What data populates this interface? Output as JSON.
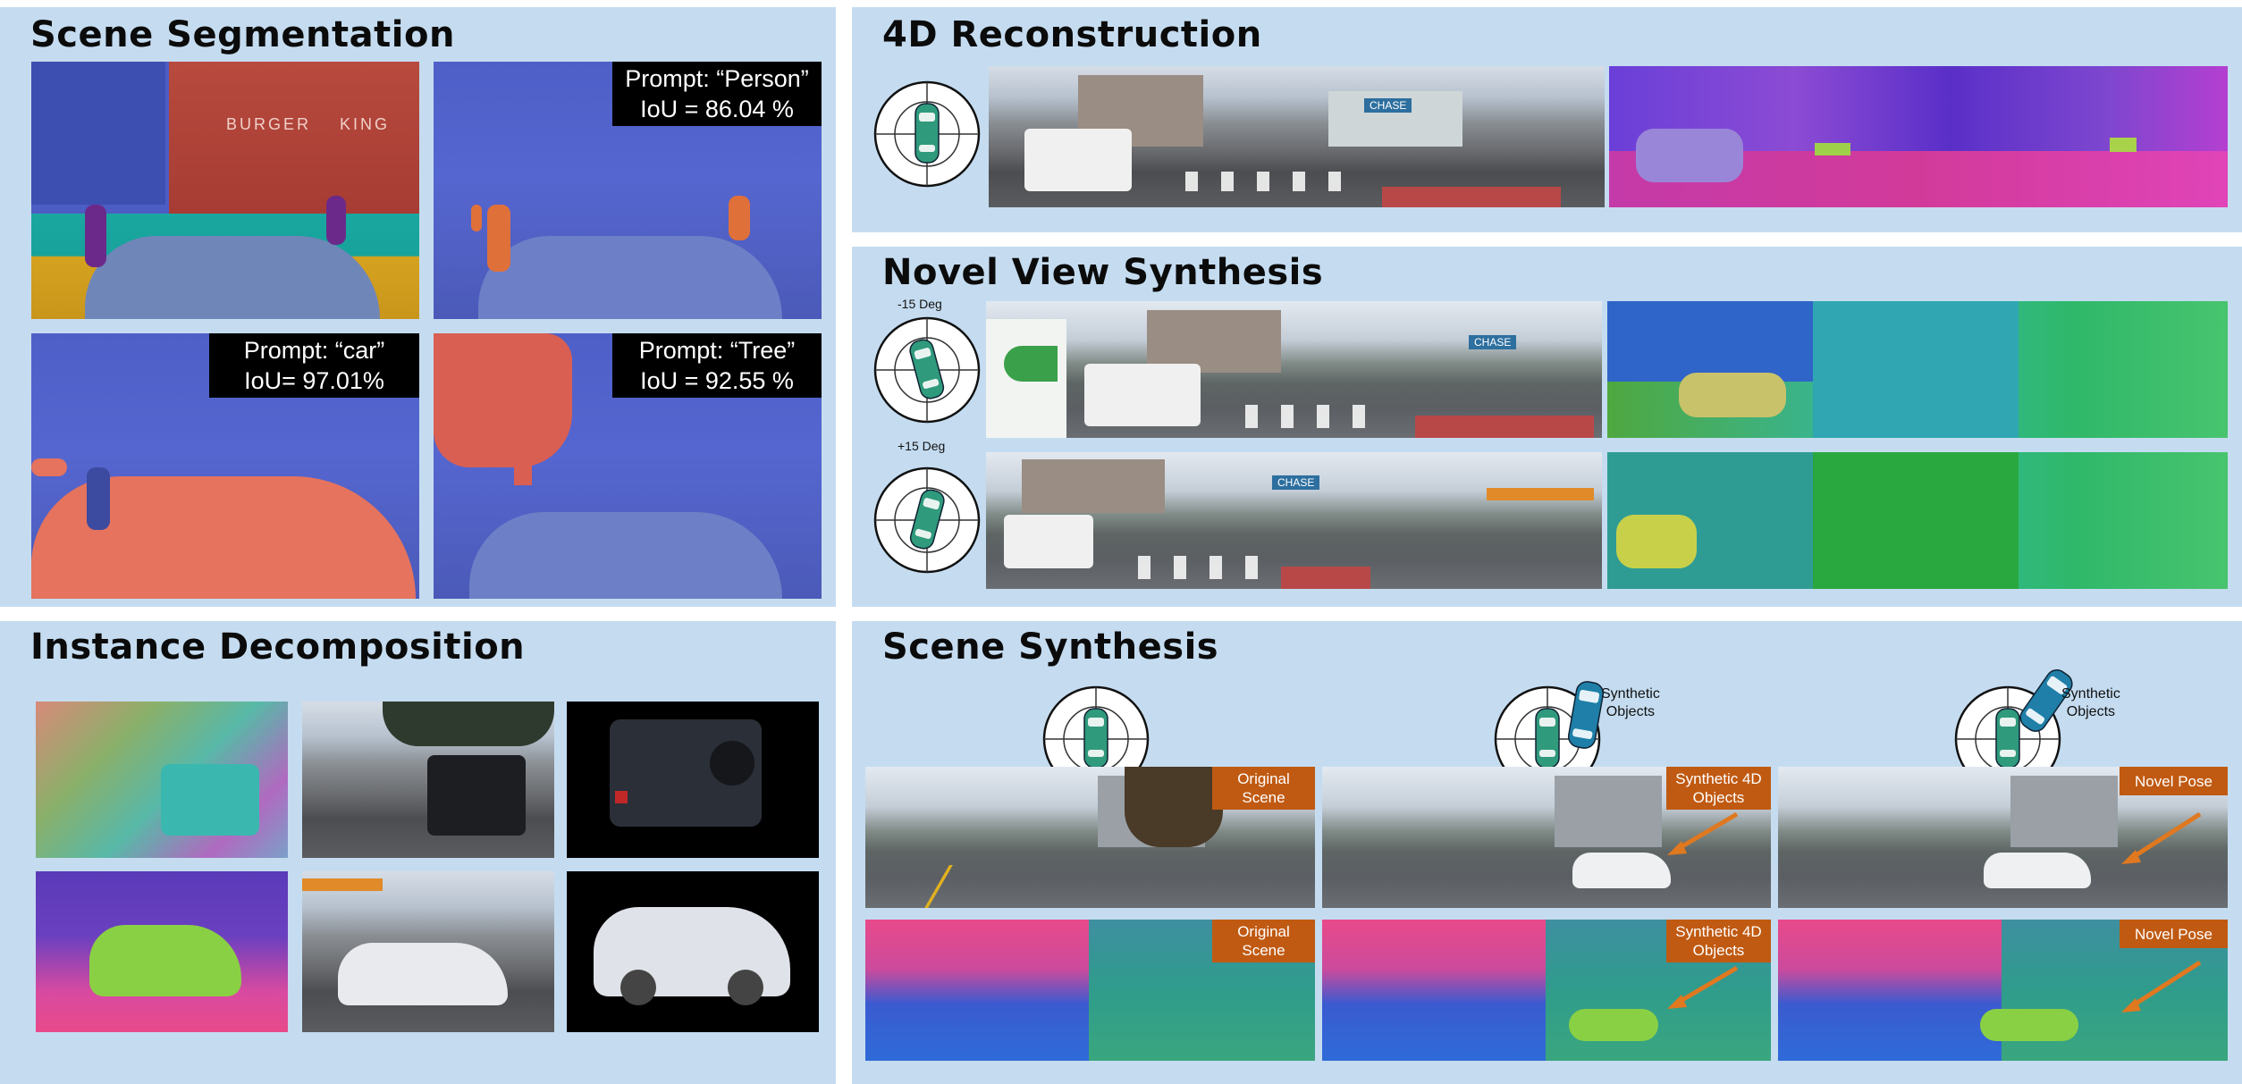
{
  "panels": {
    "scene_segmentation": {
      "title": "Scene Segmentation",
      "prompts": [
        {
          "line1": "Prompt: “Person”",
          "line2": "IoU = 86.04 %"
        },
        {
          "line1": "Prompt: “car”",
          "line2": "IoU= 97.01%"
        },
        {
          "line1": "Prompt: “Tree”",
          "line2": "IoU = 92.55 %"
        }
      ],
      "signage": [
        "BURGER",
        "KING"
      ]
    },
    "reconstruction_4d": {
      "title": "4D Reconstruction",
      "signage": "CHASE"
    },
    "novel_view_synthesis": {
      "title": "Novel View Synthesis",
      "angles": [
        "-15 Deg",
        "+15 Deg"
      ],
      "signage": "CHASE"
    },
    "instance_decomposition": {
      "title": "Instance Decomposition"
    },
    "scene_synthesis": {
      "title": "Scene Synthesis",
      "synthetic_label": "Synthetic\nObjects",
      "column_tags": [
        "Original\nScene",
        "Synthetic 4D\nObjects",
        "Novel Pose"
      ]
    }
  },
  "colors": {
    "panel_bg": "#c5dcf0",
    "tag_orange": "#c05a12",
    "car_teal": "#2f9a7c",
    "synthetic_car_blue": "#1f7fa8"
  },
  "icons": [
    "top-down-car-icon",
    "crosshair-dial-icon",
    "arrow-icon"
  ]
}
